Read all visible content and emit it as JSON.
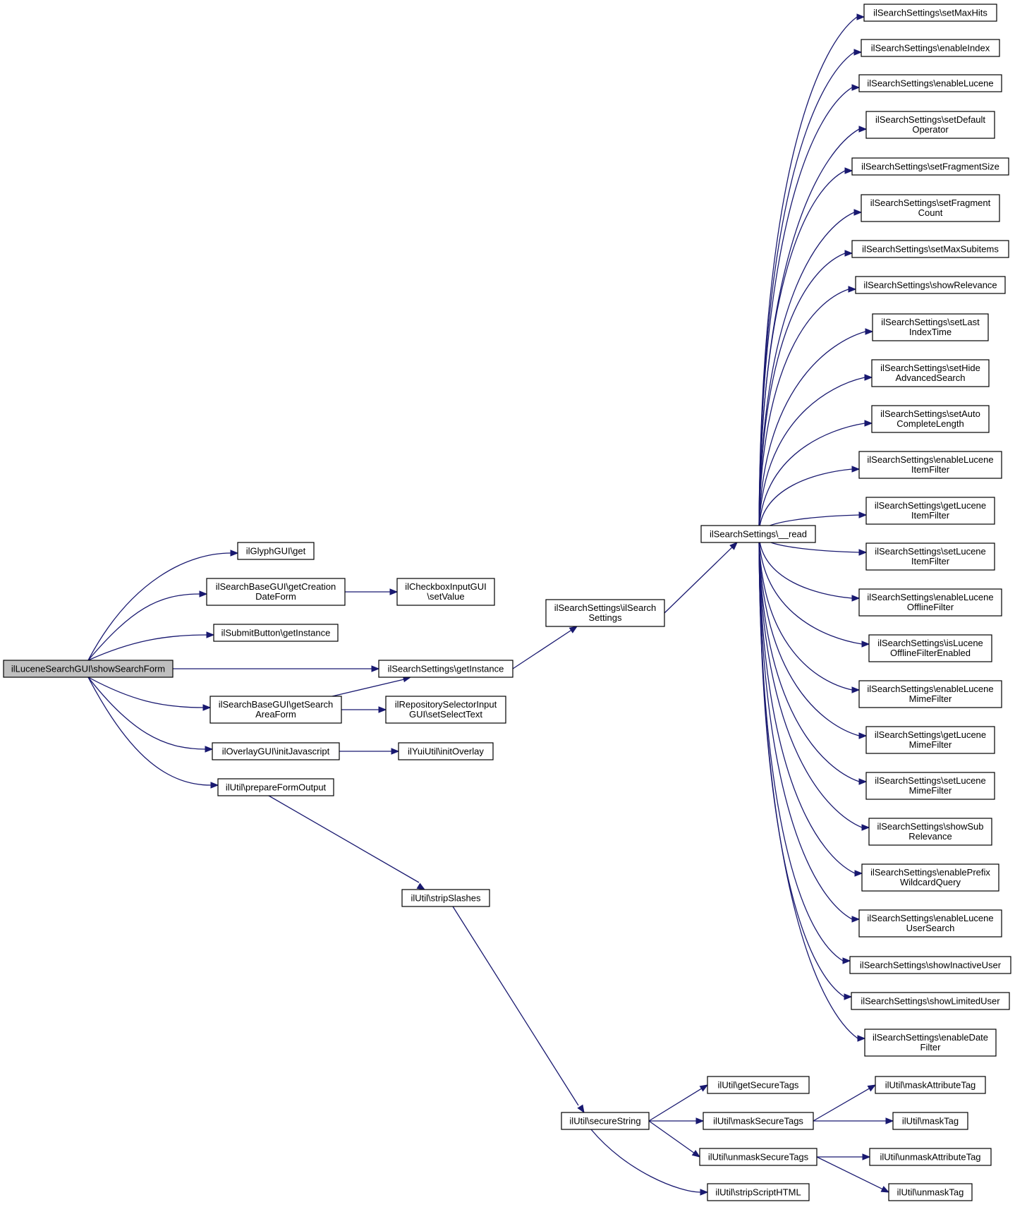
{
  "colors": {
    "edge": "#191970",
    "root_fill": "#bfbfbf",
    "node_fill": "#ffffff",
    "border": "#000000"
  },
  "nodes": [
    {
      "id": "root",
      "lines": [
        "ilLuceneSearchGUI\\showSearchForm"
      ]
    },
    {
      "id": "glyph",
      "lines": [
        "ilGlyphGUI\\get"
      ]
    },
    {
      "id": "creation",
      "lines": [
        "ilSearchBaseGUI\\getCreation",
        "DateForm"
      ]
    },
    {
      "id": "checkbox",
      "lines": [
        "ilCheckboxInputGUI",
        "\\setValue"
      ]
    },
    {
      "id": "submit",
      "lines": [
        "ilSubmitButton\\getInstance"
      ]
    },
    {
      "id": "getinst",
      "lines": [
        "ilSearchSettings\\getInstance"
      ]
    },
    {
      "id": "ctor",
      "lines": [
        "ilSearchSettings\\ilSearch",
        "Settings"
      ]
    },
    {
      "id": "read",
      "lines": [
        "ilSearchSettings\\__read"
      ]
    },
    {
      "id": "area",
      "lines": [
        "ilSearchBaseGUI\\getSearch",
        "AreaForm"
      ]
    },
    {
      "id": "repo",
      "lines": [
        "ilRepositorySelectorInput",
        "GUI\\setSelectText"
      ]
    },
    {
      "id": "overlay",
      "lines": [
        "ilOverlayGUI\\initJavascript"
      ]
    },
    {
      "id": "yui",
      "lines": [
        "ilYuiUtil\\initOverlay"
      ]
    },
    {
      "id": "prepare",
      "lines": [
        "ilUtil\\prepareFormOutput"
      ]
    },
    {
      "id": "strip",
      "lines": [
        "ilUtil\\stripSlashes"
      ]
    },
    {
      "id": "secure",
      "lines": [
        "ilUtil\\secureString"
      ]
    },
    {
      "id": "getsec",
      "lines": [
        "ilUtil\\getSecureTags"
      ]
    },
    {
      "id": "masksec",
      "lines": [
        "ilUtil\\maskSecureTags"
      ]
    },
    {
      "id": "unmasksec",
      "lines": [
        "ilUtil\\unmaskSecureTags"
      ]
    },
    {
      "id": "script",
      "lines": [
        "ilUtil\\stripScriptHTML"
      ]
    },
    {
      "id": "maskattr",
      "lines": [
        "ilUtil\\maskAttributeTag"
      ]
    },
    {
      "id": "masktag",
      "lines": [
        "ilUtil\\maskTag"
      ]
    },
    {
      "id": "unmaskattr",
      "lines": [
        "ilUtil\\unmaskAttributeTag"
      ]
    },
    {
      "id": "unmasktag",
      "lines": [
        "ilUtil\\unmaskTag"
      ]
    },
    {
      "id": "r1",
      "lines": [
        "ilSearchSettings\\setMaxHits"
      ]
    },
    {
      "id": "r2",
      "lines": [
        "ilSearchSettings\\enableIndex"
      ]
    },
    {
      "id": "r3",
      "lines": [
        "ilSearchSettings\\enableLucene"
      ]
    },
    {
      "id": "r4",
      "lines": [
        "ilSearchSettings\\setDefault",
        "Operator"
      ]
    },
    {
      "id": "r5",
      "lines": [
        "ilSearchSettings\\setFragmentSize"
      ]
    },
    {
      "id": "r6",
      "lines": [
        "ilSearchSettings\\setFragment",
        "Count"
      ]
    },
    {
      "id": "r7",
      "lines": [
        "ilSearchSettings\\setMaxSubitems"
      ]
    },
    {
      "id": "r8",
      "lines": [
        "ilSearchSettings\\showRelevance"
      ]
    },
    {
      "id": "r9",
      "lines": [
        "ilSearchSettings\\setLast",
        "IndexTime"
      ]
    },
    {
      "id": "r10",
      "lines": [
        "ilSearchSettings\\setHide",
        "AdvancedSearch"
      ]
    },
    {
      "id": "r11",
      "lines": [
        "ilSearchSettings\\setAuto",
        "CompleteLength"
      ]
    },
    {
      "id": "r12",
      "lines": [
        "ilSearchSettings\\enableLucene",
        "ItemFilter"
      ]
    },
    {
      "id": "r13",
      "lines": [
        "ilSearchSettings\\getLucene",
        "ItemFilter"
      ]
    },
    {
      "id": "r14",
      "lines": [
        "ilSearchSettings\\setLucene",
        "ItemFilter"
      ]
    },
    {
      "id": "r15",
      "lines": [
        "ilSearchSettings\\enableLucene",
        "OfflineFilter"
      ]
    },
    {
      "id": "r16",
      "lines": [
        "ilSearchSettings\\isLucene",
        "OfflineFilterEnabled"
      ]
    },
    {
      "id": "r17",
      "lines": [
        "ilSearchSettings\\enableLucene",
        "MimeFilter"
      ]
    },
    {
      "id": "r18",
      "lines": [
        "ilSearchSettings\\getLucene",
        "MimeFilter"
      ]
    },
    {
      "id": "r19",
      "lines": [
        "ilSearchSettings\\setLucene",
        "MimeFilter"
      ]
    },
    {
      "id": "r20",
      "lines": [
        "ilSearchSettings\\showSub",
        "Relevance"
      ]
    },
    {
      "id": "r21",
      "lines": [
        "ilSearchSettings\\enablePrefix",
        "WildcardQuery"
      ]
    },
    {
      "id": "r22",
      "lines": [
        "ilSearchSettings\\enableLucene",
        "UserSearch"
      ]
    },
    {
      "id": "r23",
      "lines": [
        "ilSearchSettings\\showInactiveUser"
      ]
    },
    {
      "id": "r24",
      "lines": [
        "ilSearchSettings\\showLimitedUser"
      ]
    },
    {
      "id": "r25",
      "lines": [
        "ilSearchSettings\\enableDate",
        "Filter"
      ]
    }
  ],
  "edges": [
    [
      "root",
      "glyph"
    ],
    [
      "root",
      "creation"
    ],
    [
      "root",
      "submit"
    ],
    [
      "root",
      "getinst"
    ],
    [
      "root",
      "area"
    ],
    [
      "root",
      "overlay"
    ],
    [
      "root",
      "prepare"
    ],
    [
      "creation",
      "checkbox"
    ],
    [
      "getinst",
      "ctor"
    ],
    [
      "ctor",
      "read"
    ],
    [
      "area",
      "getinst"
    ],
    [
      "area",
      "repo"
    ],
    [
      "overlay",
      "yui"
    ],
    [
      "prepare",
      "strip"
    ],
    [
      "strip",
      "secure"
    ],
    [
      "secure",
      "getsec"
    ],
    [
      "secure",
      "masksec"
    ],
    [
      "secure",
      "unmasksec"
    ],
    [
      "secure",
      "script"
    ],
    [
      "masksec",
      "maskattr"
    ],
    [
      "masksec",
      "masktag"
    ],
    [
      "unmasksec",
      "unmaskattr"
    ],
    [
      "unmasksec",
      "unmasktag"
    ],
    [
      "read",
      "r1"
    ],
    [
      "read",
      "r2"
    ],
    [
      "read",
      "r3"
    ],
    [
      "read",
      "r4"
    ],
    [
      "read",
      "r5"
    ],
    [
      "read",
      "r6"
    ],
    [
      "read",
      "r7"
    ],
    [
      "read",
      "r8"
    ],
    [
      "read",
      "r9"
    ],
    [
      "read",
      "r10"
    ],
    [
      "read",
      "r11"
    ],
    [
      "read",
      "r12"
    ],
    [
      "read",
      "r13"
    ],
    [
      "read",
      "r14"
    ],
    [
      "read",
      "r15"
    ],
    [
      "read",
      "r16"
    ],
    [
      "read",
      "r17"
    ],
    [
      "read",
      "r18"
    ],
    [
      "read",
      "r19"
    ],
    [
      "read",
      "r20"
    ],
    [
      "read",
      "r21"
    ],
    [
      "read",
      "r22"
    ],
    [
      "read",
      "r23"
    ],
    [
      "read",
      "r24"
    ],
    [
      "read",
      "r25"
    ]
  ]
}
